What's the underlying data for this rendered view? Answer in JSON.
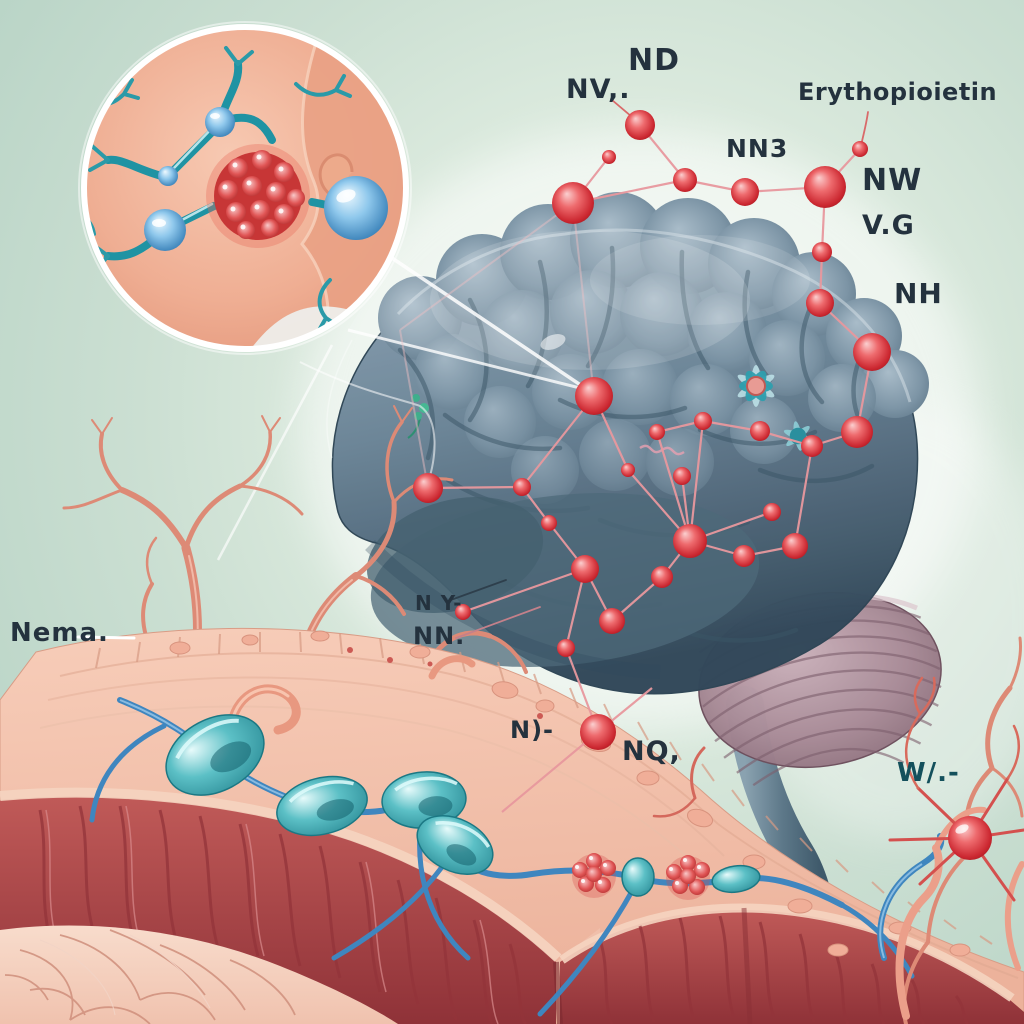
{
  "labels": {
    "nd": "ND",
    "nv": "NV,.",
    "nn3": "NN3",
    "erythropoietin": "Erythopioietin",
    "nw": "NW",
    "vg": "V.G",
    "nh": "NH",
    "ny": "N Y-",
    "nn": "NN.",
    "nema": "Nema.",
    "n_bracket": "N)-",
    "nq": "NQ,",
    "w": "W/.-"
  },
  "colors": {
    "background_mint": "#cfe3d6",
    "brain_slate": "#5d7689",
    "molecule_red": "#d6353c",
    "bond_pink": "#e8989e",
    "cerebellum_mauve": "#a98e9a",
    "inset_skin": "#f2b79e",
    "cell_teal": "#3fa9b0",
    "fiber_blue": "#3f86bf",
    "muscle_red": "#b04a4c",
    "tissue_pink": "#f2c4af",
    "label_ink": "#24323e",
    "label_teal_ink": "#14505c"
  }
}
